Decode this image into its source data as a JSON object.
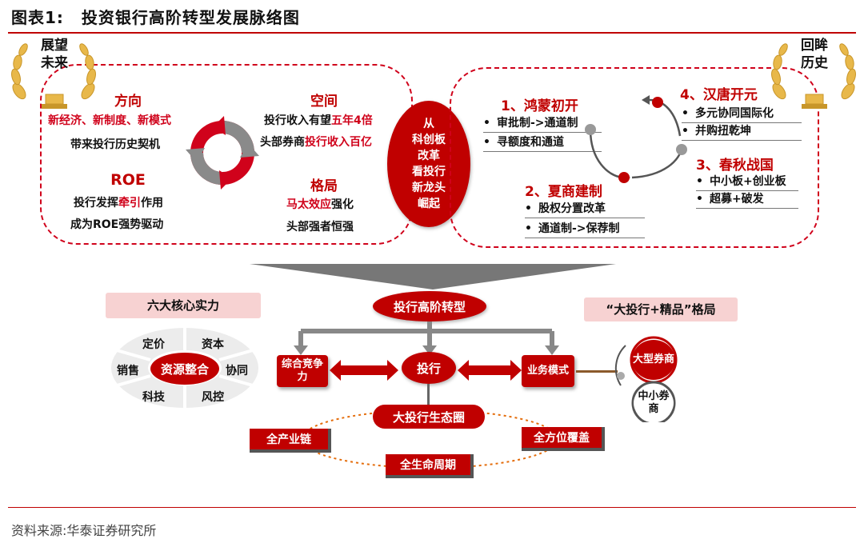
{
  "header": {
    "figure_num": "图表1:",
    "title": "投资银行高阶转型发展脉络图"
  },
  "future": {
    "laurel": "展望未来",
    "direction": {
      "title": "方向",
      "line1": "新经济、新制度、新模式",
      "line2": "带来投行历史契机"
    },
    "roe": {
      "title": "ROE",
      "line1_a": "投行发挥",
      "line1_b": "牵引",
      "line1_c": "作用",
      "line2": "成为ROE强势驱动"
    },
    "space": {
      "title": "空间",
      "line1_a": "投行收入有望",
      "line1_b": "五年4倍",
      "line2_a": "头部券商",
      "line2_b": "投行收入百亿"
    },
    "pattern": {
      "title": "格局",
      "line1_a": "马太效应",
      "line1_b": "强化",
      "line2": "头部强者恒强"
    }
  },
  "center_oval": [
    "从",
    "科创板",
    "改革",
    "看投行",
    "新龙头",
    "崛起"
  ],
  "history": {
    "laurel": "回眸历史",
    "stage1": {
      "title": "1、鸿蒙初开",
      "items": [
        "审批制->通道制",
        "寻额度和通道"
      ]
    },
    "stage2": {
      "title": "2、夏商建制",
      "items": [
        "股权分置改革",
        "通道制->保荐制"
      ]
    },
    "stage3": {
      "title": "3、春秋战国",
      "items": [
        "中小板+创业板",
        "超募+破发"
      ]
    },
    "stage4": {
      "title": "4、汉唐开元",
      "items": [
        "多元协同国际化",
        "并购扭乾坤"
      ]
    }
  },
  "lower": {
    "six_core": "六大核心实力",
    "resource_center": "资源整合",
    "segments": [
      "定价",
      "资本",
      "协同",
      "风控",
      "科技",
      "销售"
    ],
    "transformation": "投行高阶转型",
    "competitiveness": "综合竞争力",
    "ib": "投行",
    "business_model": "业务模式",
    "big_ib_pattern": "“大投行+精品”格局",
    "large_broker": "大型券商",
    "small_broker": "中小券商",
    "ecosystem": "大投行生态圈",
    "full_chain": "全产业链",
    "full_cycle": "全生命周期",
    "full_coverage": "全方位覆盖"
  },
  "footer": "资料来源:华泰证券研究所",
  "colors": {
    "accent": "#c00000",
    "bright": "#d0021b",
    "pink": "#f7d2d2",
    "grey": "#888888"
  }
}
